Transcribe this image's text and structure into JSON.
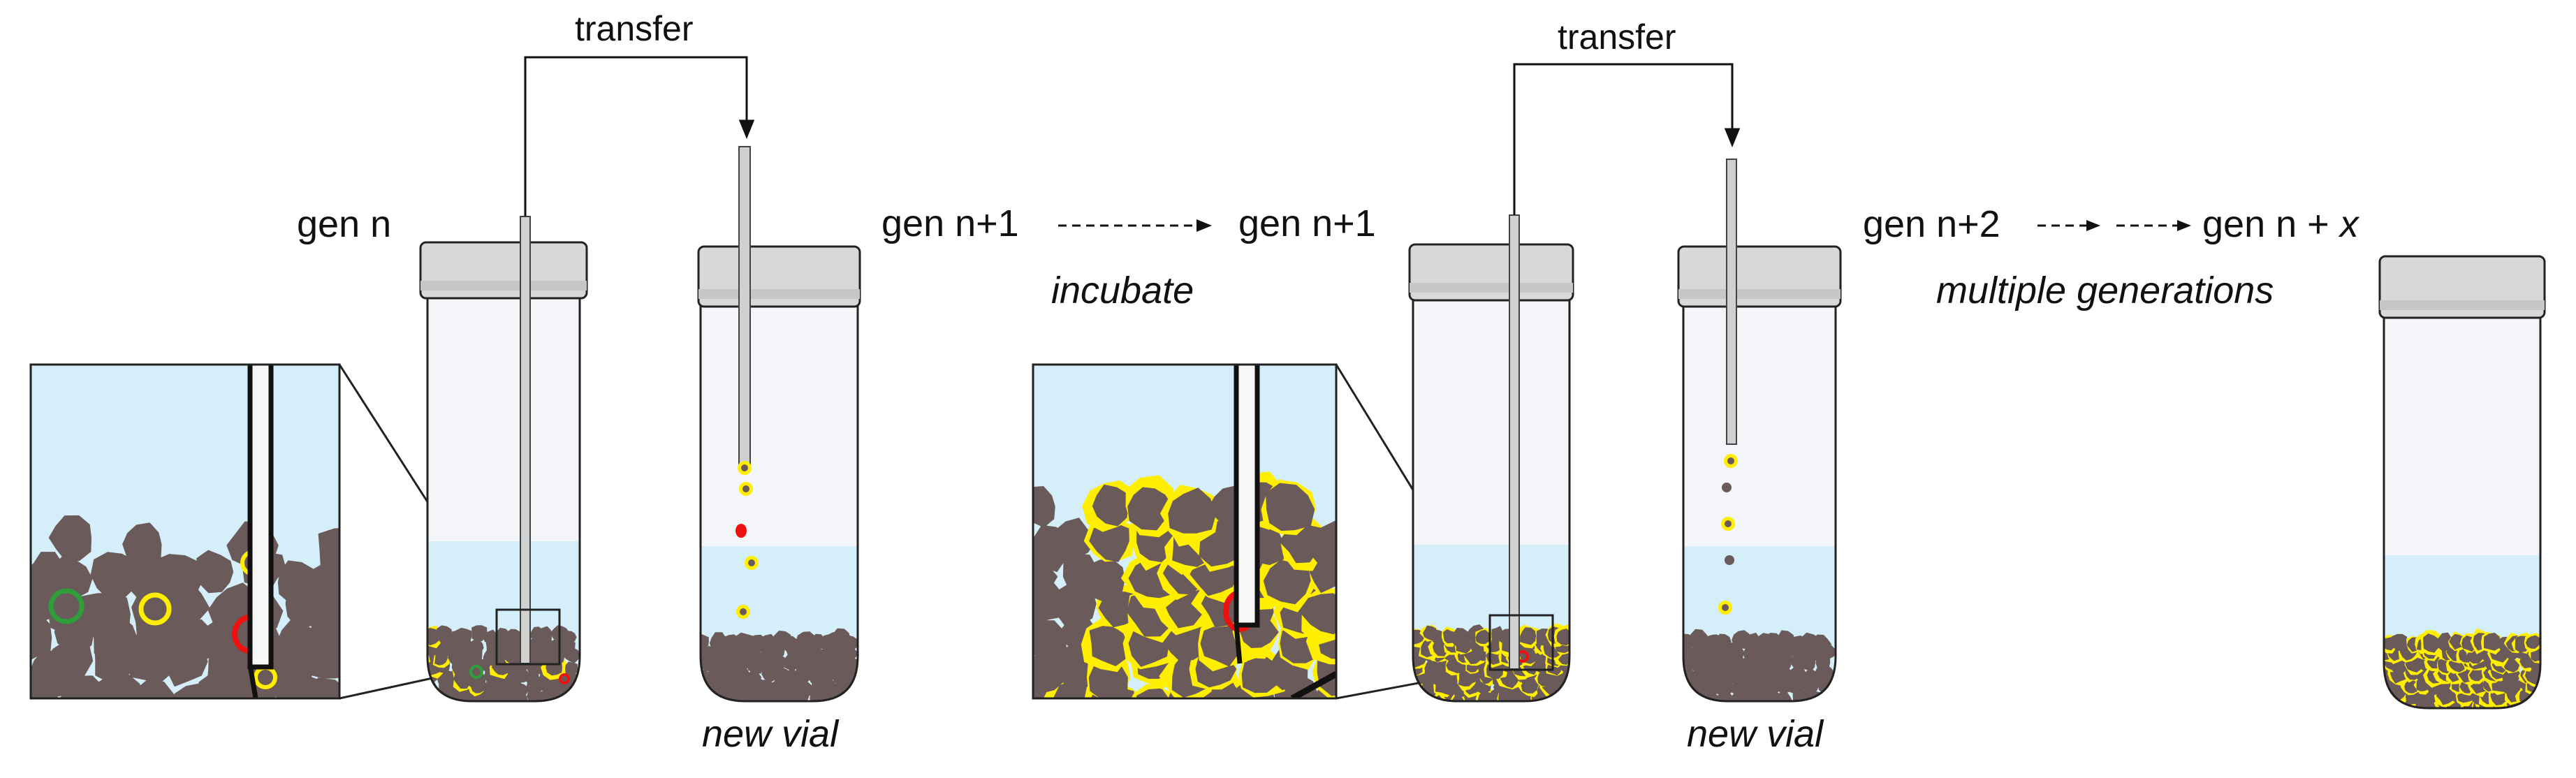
{
  "labels": {
    "transfer_1": "transfer",
    "transfer_2": "transfer",
    "gen_n": "gen n",
    "gen_n1_left": "gen n+1",
    "gen_n1_right": "gen n+1",
    "gen_n2": "gen n+2",
    "gen_nx_prefix": "gen n + ",
    "gen_nx_var": "x",
    "incubate": "incubate",
    "multiple_generations": "multiple generations",
    "new_vial_1": "new vial",
    "new_vial_2": "new vial"
  },
  "colors": {
    "liquid": "#d4eff9",
    "glass": "#f3f5f8",
    "cap": "#d8d8d8",
    "particle": "#6b5a5a",
    "ring_yellow": "#ffee00",
    "ring_red": "#ee1111",
    "ring_green": "#2e9e3a",
    "outline": "#222222"
  }
}
